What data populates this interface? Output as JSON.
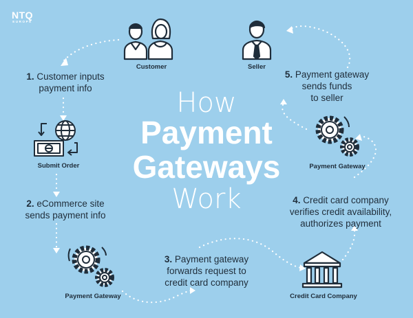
{
  "logo": {
    "main": "NTQ",
    "sub": "EUROPE"
  },
  "title": {
    "line1": "How",
    "line2": "Payment",
    "line3": "Gateways",
    "line4": "Work"
  },
  "nodes": {
    "customer": "Customer",
    "seller": "Seller",
    "submit_order": "Submit Order",
    "payment_gateway_right": "Payment Gateway",
    "payment_gateway_left": "Payment Gateway",
    "credit_card_company": "Credit Card Company"
  },
  "steps": {
    "s1": {
      "num": "1.",
      "line1": "Customer inputs",
      "line2": "payment info"
    },
    "s2": {
      "num": "2.",
      "line1": "eCommerce site",
      "line2": "sends payment info"
    },
    "s3": {
      "num": "3.",
      "line1": "Payment gateway",
      "line2": "forwards request to",
      "line3": "credit card company"
    },
    "s4": {
      "num": "4.",
      "line1": "Credit card company",
      "line2": "verifies credit availability,",
      "line3": "authorizes payment"
    },
    "s5": {
      "num": "5.",
      "line1": "Payment gateway",
      "line2": "sends funds",
      "line3": "to seller"
    }
  },
  "colors": {
    "background": "#9dcfec",
    "ink": "#1f2d3a",
    "title": "#ffffff",
    "dots": "#ffffff"
  },
  "icons": [
    "customer-couple-icon",
    "seller-icon",
    "submit-order-icon",
    "gears-icon",
    "bank-icon"
  ]
}
